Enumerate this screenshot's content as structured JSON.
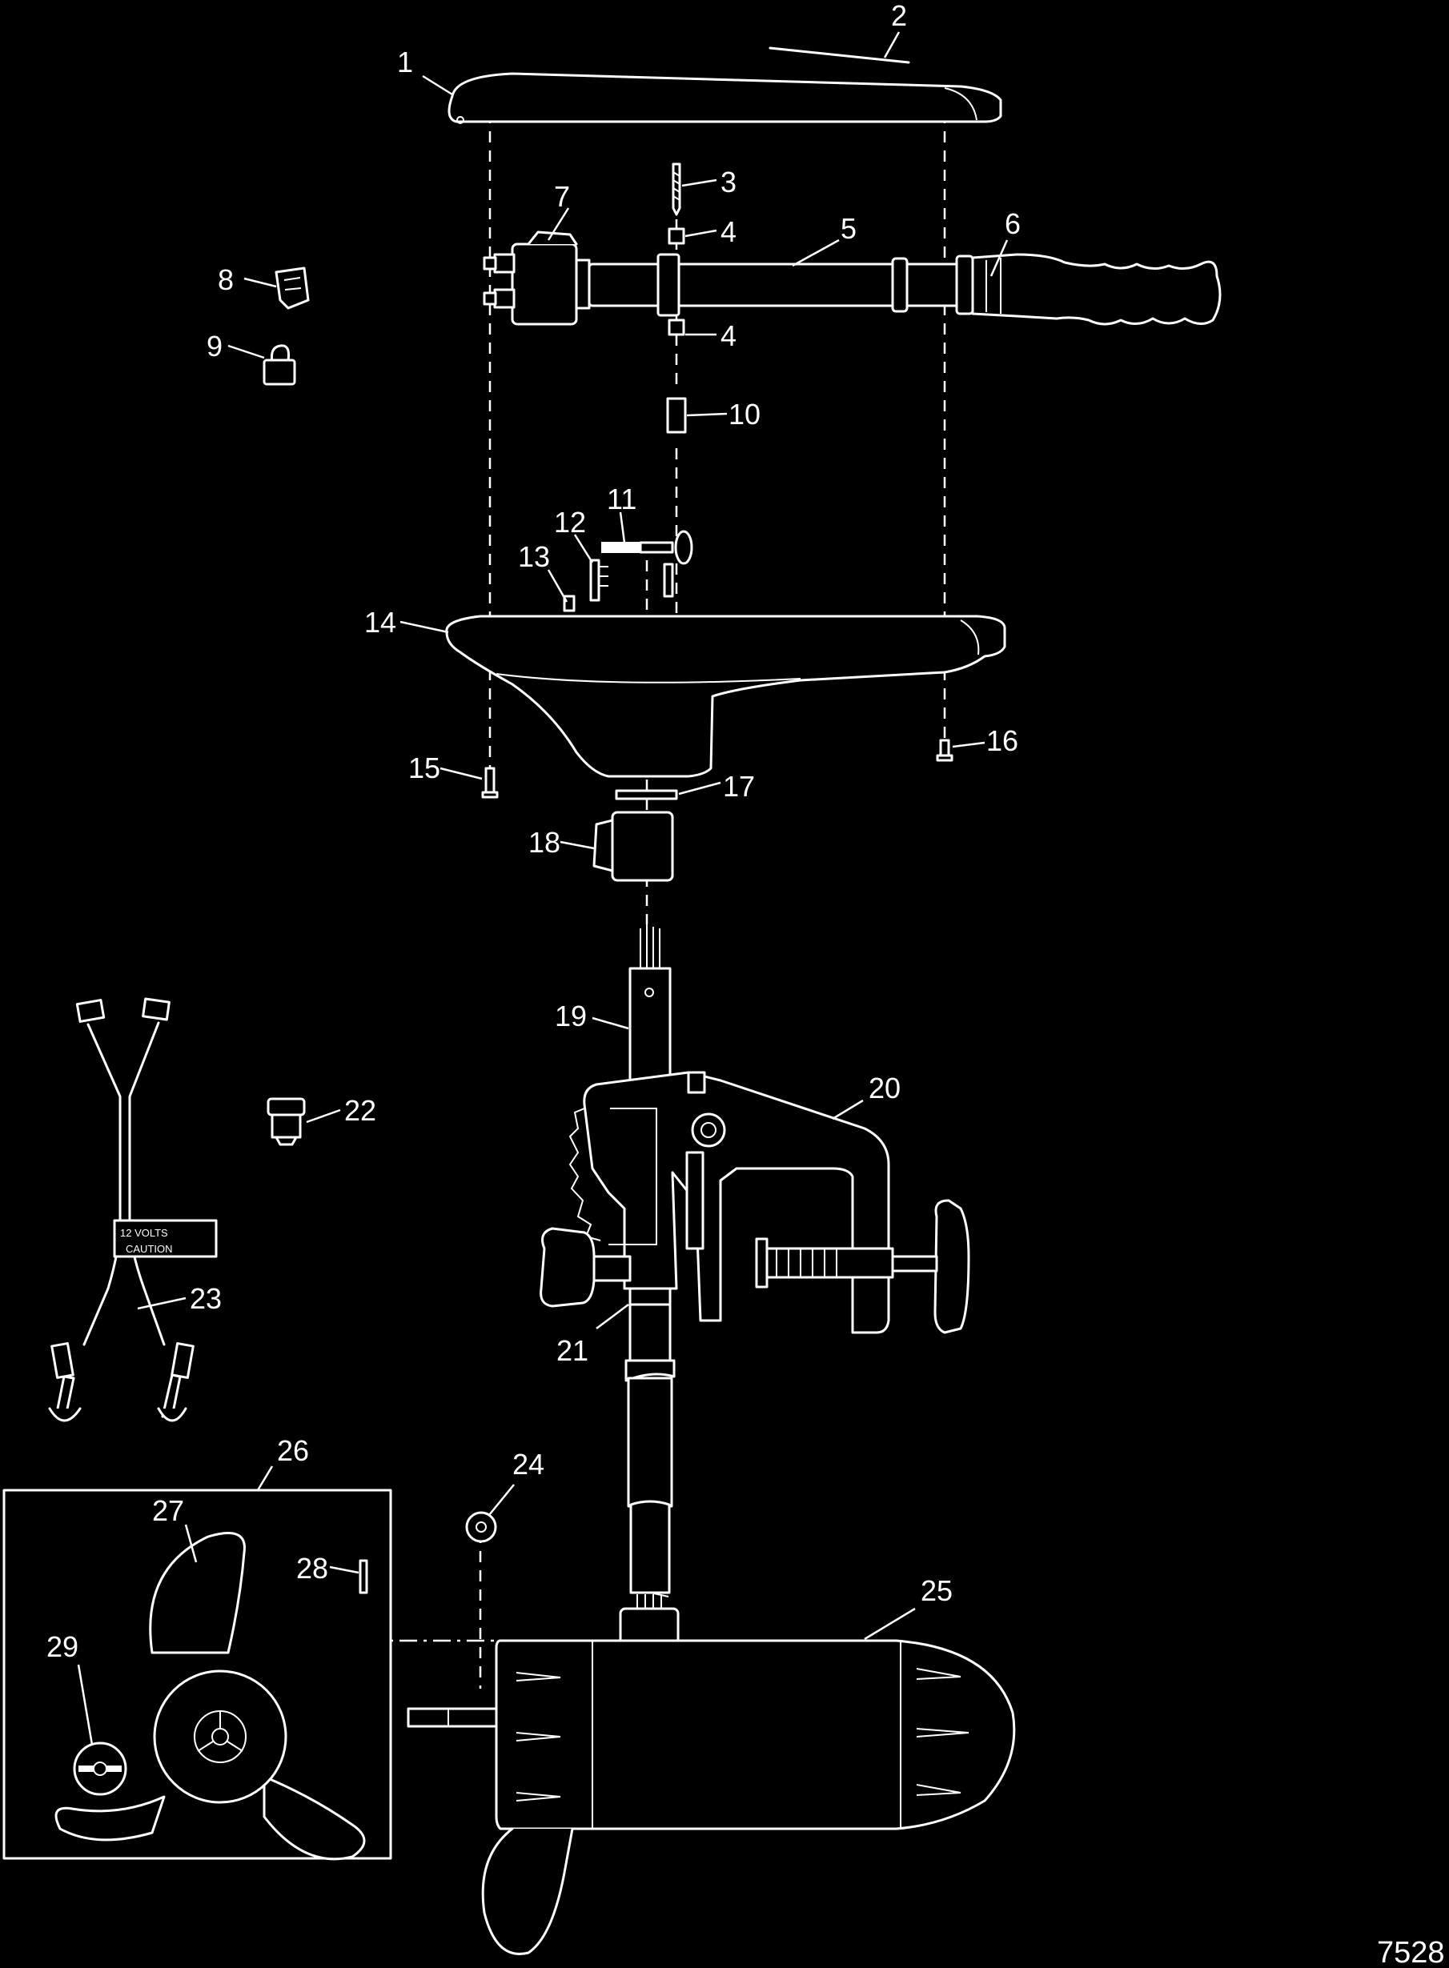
{
  "parts": [
    {
      "id": "1",
      "label": "1"
    },
    {
      "id": "2",
      "label": "2"
    },
    {
      "id": "3",
      "label": "3"
    },
    {
      "id": "4a",
      "label": "4"
    },
    {
      "id": "4b",
      "label": "4"
    },
    {
      "id": "5",
      "label": "5"
    },
    {
      "id": "6",
      "label": "6"
    },
    {
      "id": "7",
      "label": "7"
    },
    {
      "id": "8",
      "label": "8"
    },
    {
      "id": "9",
      "label": "9"
    },
    {
      "id": "10",
      "label": "10"
    },
    {
      "id": "11",
      "label": "11"
    },
    {
      "id": "12",
      "label": "12"
    },
    {
      "id": "13",
      "label": "13"
    },
    {
      "id": "14",
      "label": "14"
    },
    {
      "id": "15",
      "label": "15"
    },
    {
      "id": "16",
      "label": "16"
    },
    {
      "id": "17",
      "label": "17"
    },
    {
      "id": "18",
      "label": "18"
    },
    {
      "id": "19",
      "label": "19"
    },
    {
      "id": "20",
      "label": "20"
    },
    {
      "id": "21",
      "label": "21"
    },
    {
      "id": "22",
      "label": "22"
    },
    {
      "id": "23",
      "label": "23"
    },
    {
      "id": "24",
      "label": "24"
    },
    {
      "id": "25",
      "label": "25"
    },
    {
      "id": "26",
      "label": "26"
    },
    {
      "id": "27",
      "label": "27"
    },
    {
      "id": "28",
      "label": "28"
    },
    {
      "id": "29",
      "label": "29"
    }
  ],
  "cable_tag": {
    "line1": "12 VOLTS",
    "line2": "CAUTION"
  },
  "figure_id": "7528",
  "colors": {
    "background": "#000000",
    "line": "#ffffff"
  }
}
